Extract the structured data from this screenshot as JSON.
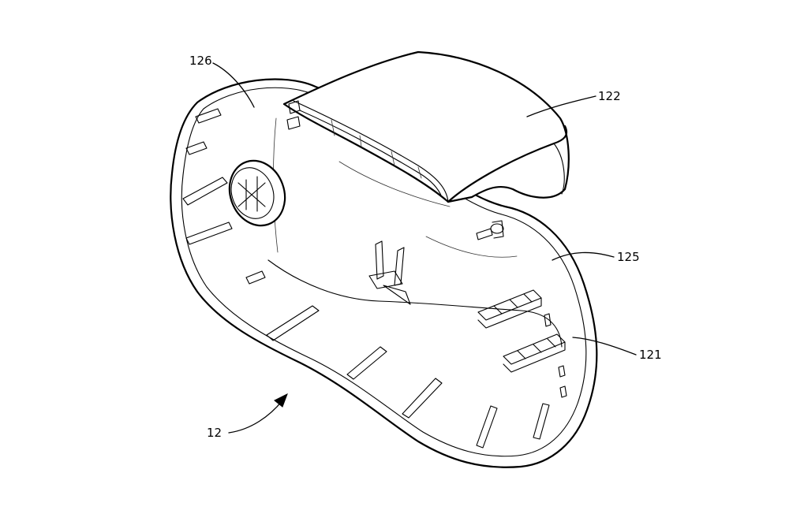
{
  "labels": {
    "housing": "12",
    "lower_shell": "121",
    "upper_cover": "122",
    "side_notch": "125",
    "rim_edge": "126"
  }
}
